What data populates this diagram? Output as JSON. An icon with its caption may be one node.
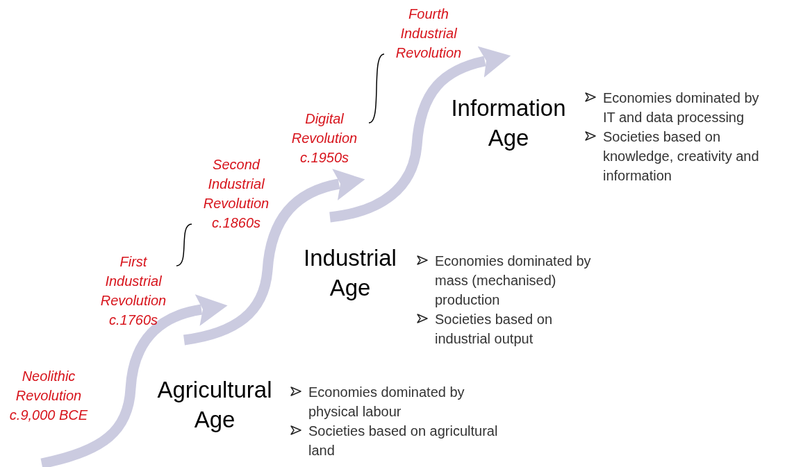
{
  "diagram": {
    "nodes": [
      {
        "text": [
          "Neolithic Revolution c.9,000 BCE"
        ]
      },
      {
        "text": [
          "Agricultural Age"
        ],
        "beside": [
          "Economies dominated by physical labour",
          "Societies based on agricultural land"
        ]
      },
      {
        "text": [
          "First Industrial Revolution c.1760s"
        ]
      },
      {
        "text": [
          "Second Industrial Revolution c.1860s"
        ]
      },
      {
        "text": [
          "Industrial Age"
        ],
        "beside": [
          "Economies dominated by mass (mechanised) production",
          "Societies based on industrial output"
        ]
      },
      {
        "text": [
          "Digital Revolution c.1950s"
        ]
      },
      {
        "text": [
          "Fourth Industrial Revolution"
        ]
      },
      {
        "text": [
          "Information Age"
        ],
        "beside": [
          "Economies dominated by IT and data processing",
          "Societies based on knowledge, creativity and information"
        ]
      }
    ],
    "edges": [
      {
        "from": 2,
        "to": 3,
        "arrow": "none",
        "color": "#000000"
      },
      {
        "from": 5,
        "to": 6,
        "arrow": "none",
        "color": "#000000"
      },
      {
        "from": null,
        "to": 2,
        "arrow": "to"
      },
      {
        "from": null,
        "to": 5,
        "arrow": "to"
      },
      {
        "from": null,
        "to": 6,
        "arrow": "to"
      }
    ]
  }
}
